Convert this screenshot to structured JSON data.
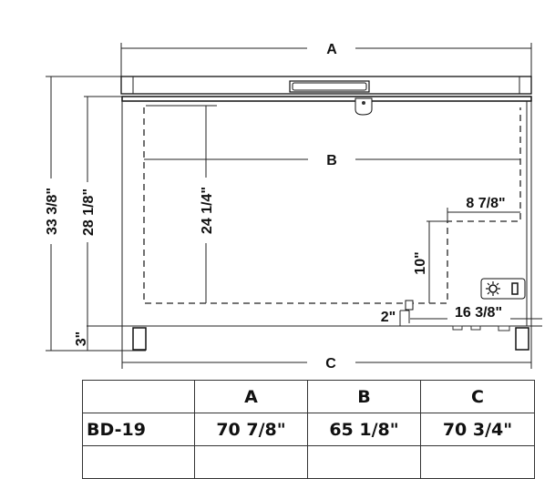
{
  "drawing": {
    "dim_a": "A",
    "dim_b": "B",
    "dim_c": "C",
    "overall_height": "33 3/8\"",
    "body_height": "28 1/8\"",
    "interior_depth": "24 1/4\"",
    "step_width": "8 7/8\"",
    "step_height": "10\"",
    "drain_height": "2\"",
    "drain_offset": "16 3/8\"",
    "caster_height": "3\"",
    "control_panel_icons": [
      "sun-icon",
      "switch-icon"
    ]
  },
  "table": {
    "headers": [
      "",
      "A",
      "B",
      "C"
    ],
    "rows": [
      {
        "model": "BD-19",
        "a": "70 7/8\"",
        "b": "65 1/8\"",
        "c": "70 3/4\""
      }
    ]
  }
}
